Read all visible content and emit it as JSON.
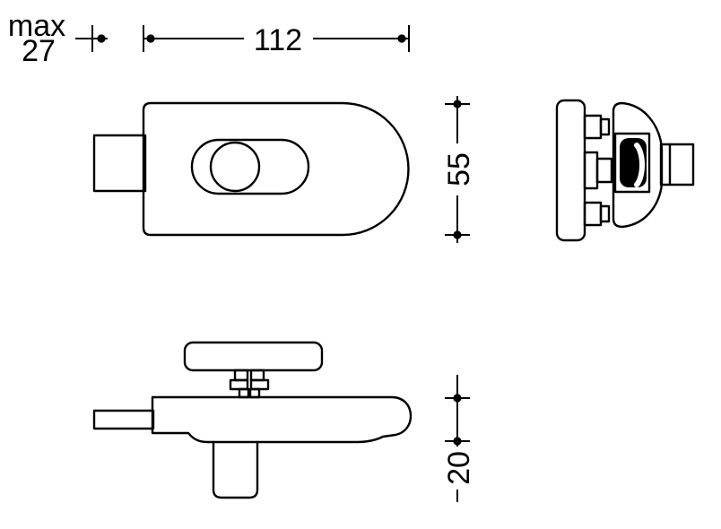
{
  "drawing": {
    "labels": {
      "max": "max",
      "max_value": "27",
      "width_mm": "112",
      "height_mm": "55",
      "depth_mm": "20"
    },
    "colors": {
      "line": "#000000",
      "background": "#ffffff",
      "thumbturn_fill": "#000000"
    }
  }
}
